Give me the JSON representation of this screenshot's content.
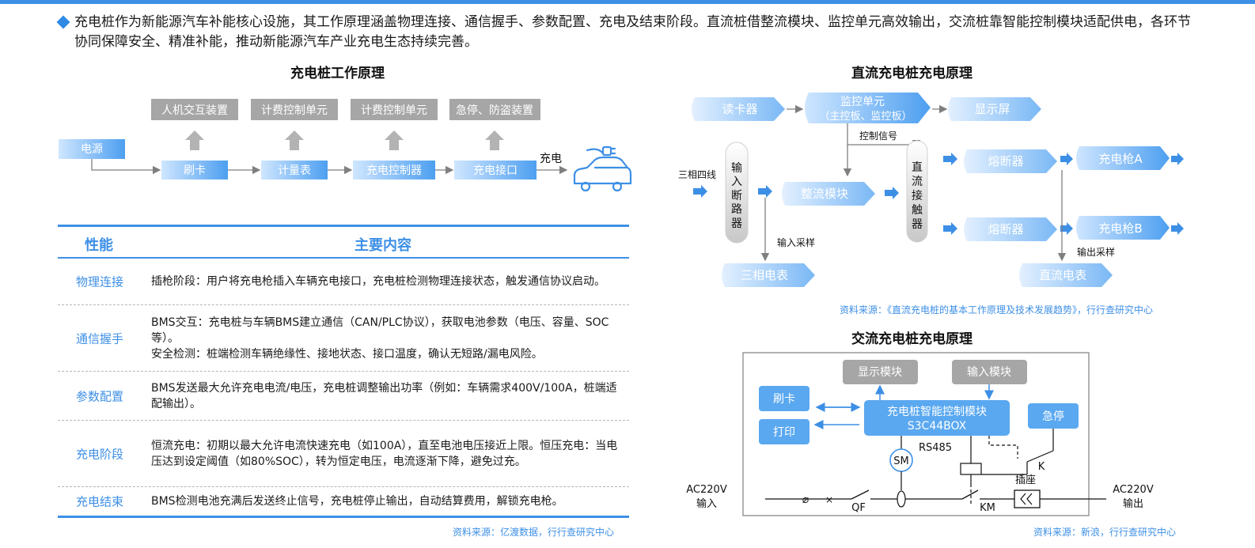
{
  "intro": "充电桩作为新能源汽车补能核心设施，其工作原理涵盖物理连接、通信握手、参数配置、充电及结束阶段。直流桩借整流模块、监控单元高效输出，交流桩靠智能控制模块适配供电，各环节协同保障安全、精准补能，推动新能源汽车产业充电生态持续完善。",
  "left_diagram": {
    "title": "充电桩工作原理",
    "top_boxes": [
      "人机交互装置",
      "计费控制单元",
      "计费控制单元",
      "急停、防盗装置"
    ],
    "power": "电源",
    "flow": [
      "刷卡",
      "计量表",
      "充电控制器",
      "充电接口"
    ],
    "charge_label": "充电"
  },
  "table": {
    "col_header_1": "性能",
    "col_header_2": "主要内容",
    "rows": [
      {
        "k": "物理连接",
        "v": "插枪阶段：用户将充电枪插入车辆充电接口，充电桩检测物理连接状态，触发通信协议启动。"
      },
      {
        "k": "通信握手",
        "v": "BMS交互：充电桩与车辆BMS建立通信（CAN/PLC协议），获取电池参数（电压、容量、SOC等）。",
        "v2": "安全检测：桩端检测车辆绝缘性、接地状态、接口温度，确认无短路/漏电风险。"
      },
      {
        "k": "参数配置",
        "v": "BMS发送最大允许充电电流/电压，充电桩调整输出功率（例如：车辆需求400V/100A，桩端适配输出）。"
      },
      {
        "k": "充电阶段",
        "v": "恒流充电：初期以最大允许电流快速充电（如100A），直至电池电压接近上限。恒压充电：当电压达到设定阈值（如80%SOC），转为恒定电压，电流逐渐下降，避免过充。"
      },
      {
        "k": "充电结束",
        "v": "BMS检测电池充满后发送终止信号，充电桩停止输出，自动结算费用，解锁充电枪。"
      }
    ]
  },
  "source_left": "资料来源：亿渡数据，行行查研究中心",
  "dc_diagram": {
    "title": "直流充电桩充电原理",
    "card_reader": "读卡器",
    "monitor_l1": "监控单元",
    "monitor_l2": "（主控板、监控板）",
    "display": "显示屏",
    "control_signal": "控制信号",
    "three_phase": "三相四线",
    "input_breaker": [
      "输",
      "入",
      "断",
      "路",
      "器"
    ],
    "rectifier": "整流模块",
    "dc_contactor": [
      "直",
      "流",
      "接",
      "触",
      "器"
    ],
    "fuse_a": "熔断器",
    "fuse_b": "熔断器",
    "gun_a": "充电枪A",
    "gun_b": "充电枪B",
    "input_sampling": "输入采样",
    "output_sampling": "输出采样",
    "three_phase_meter": "三相电表",
    "dc_meter": "直流电表"
  },
  "source_dc": "资料来源：《直流充电桩的基本工作原理及技术发展趋势》，行行查研究中心",
  "ac_diagram": {
    "title": "交流充电桩充电原理",
    "display_module": "显示模块",
    "input_module": "输入模块",
    "swipe": "刷卡",
    "print": "打印",
    "ctrl_l1": "充电桩智能控制模块",
    "ctrl_l2": "S3C44BOX",
    "estop": "急停",
    "sm": "SM",
    "rs485": "RS485",
    "k": "K",
    "socket": "插座",
    "qf": "QF",
    "km": "KM",
    "in_l1": "AC220V",
    "in_l2": "输入",
    "out_l1": "AC220V",
    "out_l2": "输出"
  },
  "source_ac": "资料来源：新浪，行行查研究中心",
  "colors": {
    "accent": "#3d8fe6",
    "grey_box": "#a6a6a6",
    "grad_light": "#c9e4ff",
    "grad_dark": "#5aa8f0",
    "arrow_grey": "#7f7f7f"
  }
}
